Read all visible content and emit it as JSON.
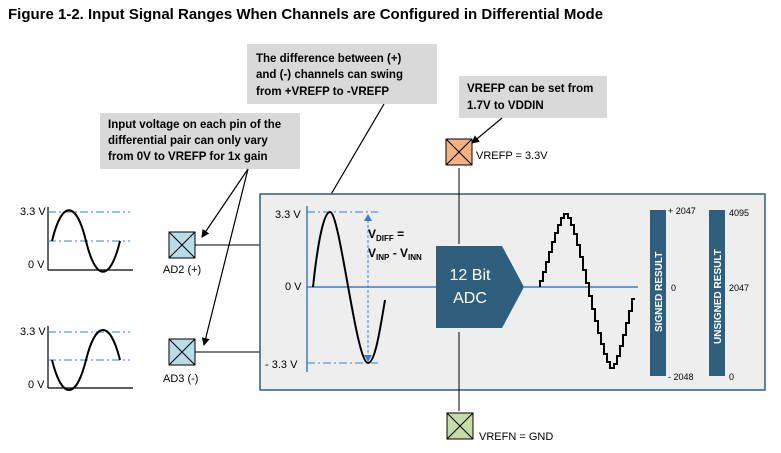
{
  "title": "Figure 1-2.  Input Signal Ranges When Channels are Configured in Differential Mode",
  "callouts": {
    "difference": [
      "The difference between (+)",
      "and (-) channels can swing",
      "from +VREFP to -VREFP"
    ],
    "input_voltage": [
      "Input voltage on each pin of the",
      "differential pair can only vary",
      "from 0V to VREFP for 1x gain"
    ],
    "vrefp_set": [
      "VREFP can be set from",
      "1.7V to VDDIN"
    ]
  },
  "pins": {
    "vrefp": "VREFP = 3.3V",
    "vrefn": "VREFN = GND",
    "ad2": "AD2 (+)",
    "ad3": "AD3 (-)"
  },
  "left_plots": {
    "top": {
      "high": "3.3 V",
      "low": "0 V"
    },
    "bottom": {
      "high": "3.3 V",
      "low": "0 V"
    }
  },
  "main_plot": {
    "high": "3.3 V",
    "mid": "0 V",
    "low": "- 3.3 V",
    "vdiff": {
      "v": "V",
      "diff": "DIFF",
      "eq": " =",
      "inp": "INP",
      "minus": " - V",
      "inn": "INN"
    }
  },
  "adc": {
    "line1": "12 Bit",
    "line2": "ADC"
  },
  "signed_result": {
    "label": "SIGNED RESULT",
    "top": "+ 2047",
    "mid": "0",
    "bottom": "- 2048"
  },
  "unsigned_result": {
    "label": "UNSIGNED RESULT",
    "top": "4095",
    "mid": "2047",
    "bottom": "0"
  },
  "colors": {
    "panel": "#eeeeee",
    "panel_border": "#2f5f7c",
    "adc": "#2f5f7c",
    "signal_line": "#3a7fc4",
    "pin_input": "#b8dce8",
    "pin_vrefp": "#f4b183",
    "pin_vrefn": "#c5dca9",
    "callout_bg": "#d9d9d9"
  }
}
